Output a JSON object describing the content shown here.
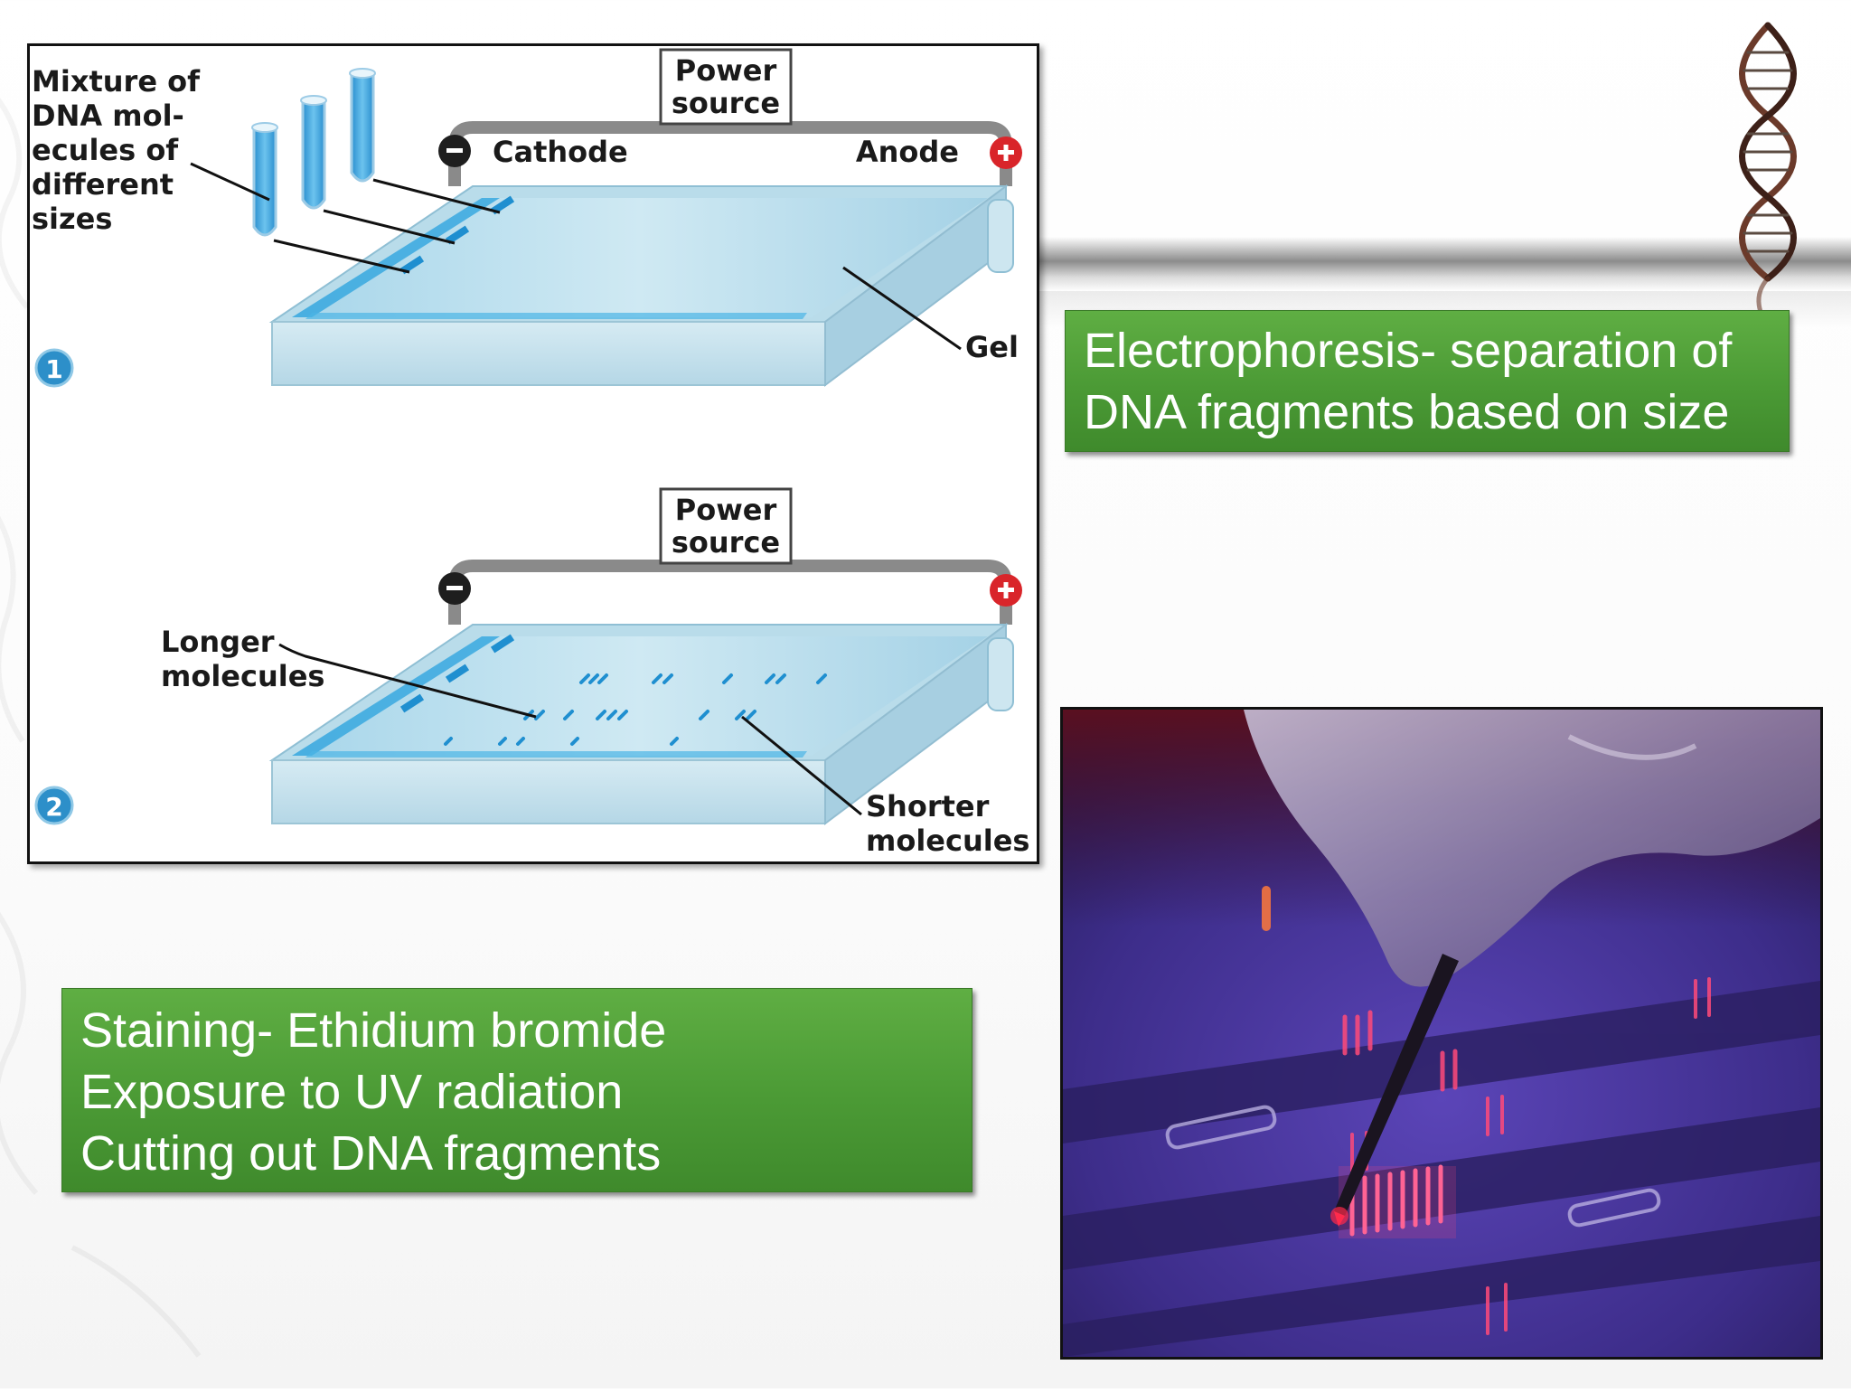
{
  "diagram": {
    "step_badges": [
      "1",
      "2"
    ],
    "top": {
      "mixture_label": [
        "Mixture of",
        "DNA mol-",
        "ecules of",
        "different",
        "sizes"
      ],
      "power_source": [
        "Power",
        "source"
      ],
      "cathode": "Cathode",
      "anode": "Anode",
      "gel": "Gel",
      "cathode_sign": "−",
      "anode_sign": "+"
    },
    "bottom": {
      "power_source": [
        "Power",
        "source"
      ],
      "longer": [
        "Longer",
        "molecules"
      ],
      "shorter": [
        "Shorter",
        "molecules"
      ],
      "cathode_sign": "−",
      "anode_sign": "+"
    }
  },
  "callouts": {
    "electrophoresis": [
      "Electrophoresis- separation of",
      "DNA fragments based on size"
    ],
    "staining": [
      "Staining- Ethidium bromide",
      "Exposure to UV radiation",
      "Cutting out DNA fragments"
    ]
  },
  "colors": {
    "callout_green": "#4b9a35",
    "gel_blue": "#bfe3f0",
    "well_blue": "#2aa3dc",
    "cathode_black": "#1e1e1e",
    "anode_red": "#d9252a",
    "uv_purple": "#3b2a7a",
    "band_pink": "#ff4a7a"
  },
  "icons": {
    "dna_helix": "dna-helix-icon",
    "cathode_terminal": "minus-circle-icon",
    "anode_terminal": "plus-circle-icon"
  }
}
